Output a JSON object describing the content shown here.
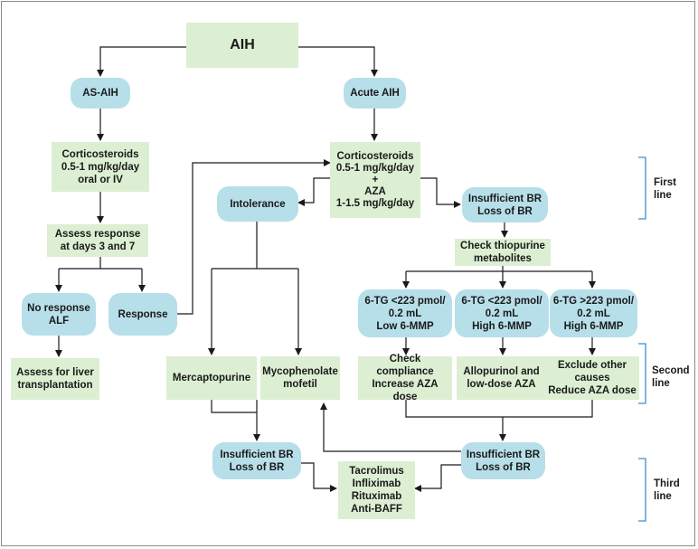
{
  "nodes": {
    "aih": "AIH",
    "as_aih": "AS-AIH",
    "acute_aih": "Acute AIH",
    "cortico_left": "Corticosteroids\n0.5-1 mg/kg/day\noral or IV",
    "cortico_center": "Corticosteroids\n0.5-1 mg/kg/day\n+\nAZA\n1-1.5 mg/kg/day",
    "assess_response": "Assess response\nat days 3 and 7",
    "intolerance": "Intolerance",
    "insufficient_br_top": "Insufficient BR\nLoss of BR",
    "check_thiopurine": "Check thiopurine\nmetabolites",
    "no_response_alf": "No response\nALF",
    "response": "Response",
    "tg_low_low": "6-TG <223 pmol/\n0.2 mL\nLow 6-MMP",
    "tg_low_high": "6-TG <223 pmol/\n0.2 mL\nHigh 6-MMP",
    "tg_high_high": "6-TG >223 pmol/\n0.2 mL\nHigh 6-MMP",
    "assess_liver": "Assess for liver\ntransplantation",
    "mercaptopurine": "Mercaptopurine",
    "mycophenolate": "Mycophenolate\nmofetil",
    "check_compliance": "Check compliance\nIncrease AZA dose",
    "allopurinol": "Allopurinol and\nlow-dose AZA",
    "exclude_other": "Exclude other\ncauses\nReduce AZA dose",
    "insufficient_br_left": "Insufficient BR\nLoss of BR",
    "insufficient_br_right": "Insufficient BR\nLoss of BR",
    "third_line_drugs": "Tacrolimus\nInfliximab\nRituximab\nAnti-BAFF"
  },
  "line_labels": {
    "first": "First\nline",
    "second": "Second\nline",
    "third": "Third\nline"
  },
  "colors": {
    "green_box": "#dcefd2",
    "blue_box": "#b7dfe9",
    "bracket": "#3d8fd1",
    "connector": "#1a1a1a"
  }
}
